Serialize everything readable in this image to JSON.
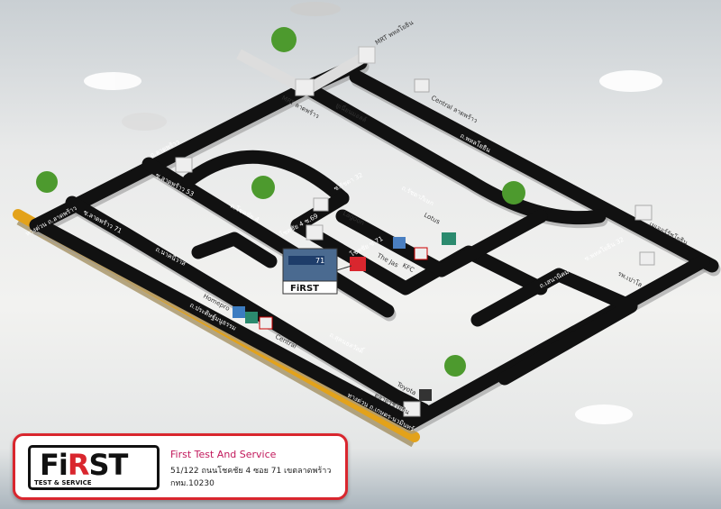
{
  "info_box": {
    "company": "First Test And Service",
    "address_line1": "51/122 ถนนโชคชัย 4 ซอย 71 เขตลาดพร้าว",
    "address_line2": "กทม.10230",
    "logo_text": "FIRST",
    "logo_sub": "TEST & SERVICE"
  },
  "labels": {
    "mrt_phahon": "MRT พหลโยธิน",
    "mrt_ladprao": "MRT ลาดพร้าว",
    "union_mall": "ยูเนี่ยนมอลล์",
    "central_ladprao": "Central ลาดพร้าว",
    "ladprao_road": "ถ.ลาดพร้าว",
    "phahon_road": "ถ.พหลโยธิน",
    "lp53": "ซ.ลาดพร้าว 53",
    "lp71": "ซ.ลาดพร้าว 71",
    "chokchai4": "ถ.โชคชัย 4",
    "chokchai4_69": "โชคชัย 4 ซ.69",
    "chokchai4_71": "โชคชัย ซ.71",
    "ratchada32": "ซ.รัชดา 32",
    "ratchada_road": "ถ.รัชดาภิเษก",
    "lagoon": "Lagoon",
    "lotus": "Lotus",
    "the_jas": "The Jas",
    "kfc": "KFC",
    "nakniwat": "ถ.นาคนิวาส",
    "sukhonthasawat": "ถ.สุคนธสวัสดิ์",
    "homepro": "Homepro",
    "central": "Central",
    "toyota": "Toyota",
    "talad": "ตลาดรัชโยธิน",
    "major": "เมเจอร์รัชโยธิน",
    "hospital": "รพ.เปาโล",
    "phahon32": "ซ.พหลโยธิน 32",
    "senanikom": "ถ.เสนานิคม",
    "expressway1": "ทางด่วน ถ.ลาดพร้าว",
    "expressway2": "ทางด่วน ถ.เกษตร-นวมินทร์",
    "pradit": "ถ.ประดิษฐ์มนูธรรม",
    "sign_number": "71"
  },
  "colors": {
    "road": "#111111",
    "expressway": "#e3a21a",
    "accent": "#d9262e",
    "title": "#c2185b"
  }
}
